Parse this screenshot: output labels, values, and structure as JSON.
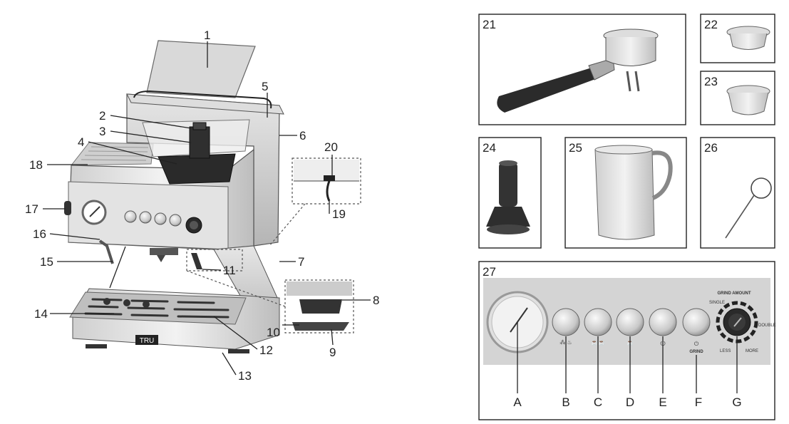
{
  "callouts": {
    "n1": "1",
    "n2": "2",
    "n3": "3",
    "n4": "4",
    "n5": "5",
    "n6": "6",
    "n7": "7",
    "n8": "8",
    "n9": "9",
    "n10": "10",
    "n11": "11",
    "n12": "12",
    "n13": "13",
    "n14": "14",
    "n15": "15",
    "n16": "16",
    "n17": "17",
    "n18": "18",
    "n19": "19",
    "n20": "20",
    "n21": "21",
    "n22": "22",
    "n23": "23",
    "n24": "24",
    "n25": "25",
    "n26": "26",
    "n27": "27"
  },
  "panel_letters": {
    "A": "A",
    "B": "B",
    "C": "C",
    "D": "D",
    "E": "E",
    "F": "F",
    "G": "G"
  },
  "panel_text": {
    "grind_amount": "GRIND AMOUNT",
    "single": "SINGLE",
    "double": "DOUBLE",
    "less": "LESS",
    "more": "MORE",
    "grind": "GRIND"
  },
  "brand": "TRU"
}
